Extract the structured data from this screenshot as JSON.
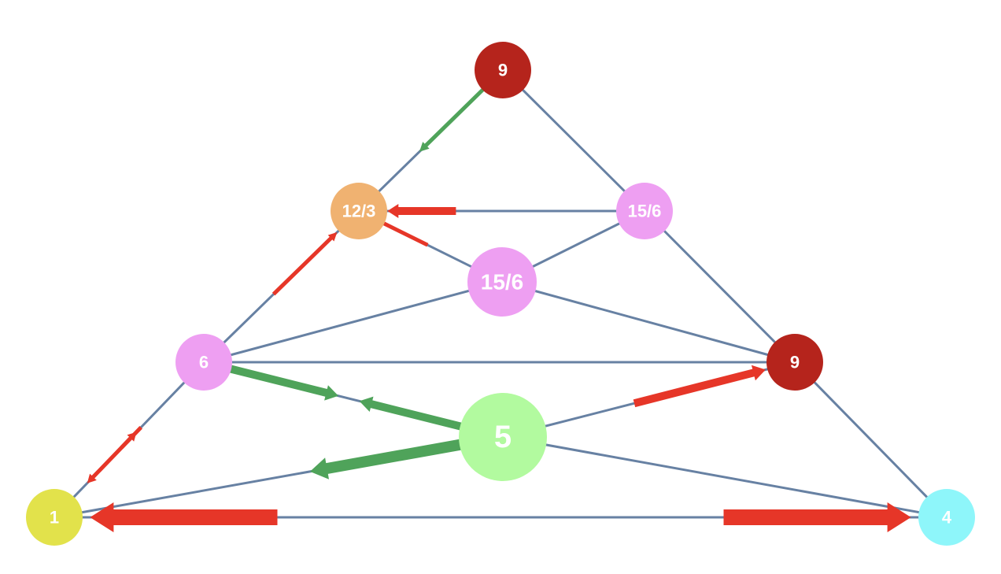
{
  "diagram": {
    "nodes": [
      {
        "id": "top",
        "label": "9",
        "color": "#b5241c"
      },
      {
        "id": "upper-left",
        "label": "12/3",
        "color": "#f0b271"
      },
      {
        "id": "upper-right",
        "label": "15/6",
        "color": "#ee9ff2"
      },
      {
        "id": "center",
        "label": "15/6",
        "color": "#ee9ff2"
      },
      {
        "id": "mid-left",
        "label": "6",
        "color": "#ee9ff2"
      },
      {
        "id": "mid-right",
        "label": "9",
        "color": "#b5241c"
      },
      {
        "id": "lower-center",
        "label": "5",
        "color": "#b2fa9f"
      },
      {
        "id": "bottom-left",
        "label": "1",
        "color": "#e2e24b"
      },
      {
        "id": "bottom-right",
        "label": "4",
        "color": "#8ef6fa"
      }
    ],
    "edges": [
      {
        "from": "top",
        "to": "upper-left"
      },
      {
        "from": "top",
        "to": "upper-right"
      },
      {
        "from": "upper-left",
        "to": "upper-right"
      },
      {
        "from": "upper-left",
        "to": "center"
      },
      {
        "from": "upper-left",
        "to": "mid-left"
      },
      {
        "from": "upper-right",
        "to": "center"
      },
      {
        "from": "upper-right",
        "to": "mid-right"
      },
      {
        "from": "center",
        "to": "mid-left"
      },
      {
        "from": "center",
        "to": "mid-right"
      },
      {
        "from": "mid-left",
        "to": "mid-right"
      },
      {
        "from": "mid-left",
        "to": "lower-center"
      },
      {
        "from": "mid-left",
        "to": "bottom-left"
      },
      {
        "from": "mid-right",
        "to": "lower-center"
      },
      {
        "from": "mid-right",
        "to": "bottom-right"
      },
      {
        "from": "lower-center",
        "to": "bottom-left"
      },
      {
        "from": "lower-center",
        "to": "bottom-right"
      },
      {
        "from": "bottom-left",
        "to": "bottom-right"
      }
    ],
    "flows": [
      {
        "from": "top",
        "to": "upper-left",
        "color": "green",
        "weight": 1
      },
      {
        "from": "upper-right",
        "to": "upper-left",
        "color": "red",
        "weight": 2
      },
      {
        "from": "center",
        "to": "upper-left",
        "color": "red",
        "weight": 1
      },
      {
        "from": "mid-left",
        "to": "upper-left",
        "color": "red",
        "weight": 1
      },
      {
        "from": "mid-left",
        "to": "bottom-left",
        "color": "red",
        "weight": 1
      },
      {
        "from": "bottom-left",
        "to": "mid-left",
        "color": "red",
        "weight": 1
      },
      {
        "from": "mid-left",
        "to": "lower-center",
        "color": "green",
        "weight": 2
      },
      {
        "from": "lower-center",
        "to": "mid-left",
        "color": "green",
        "weight": 2
      },
      {
        "from": "lower-center",
        "to": "mid-right",
        "color": "red",
        "weight": 2
      },
      {
        "from": "lower-center",
        "to": "bottom-left",
        "color": "green",
        "weight": 3
      },
      {
        "from": "bottom-right",
        "to": "bottom-left",
        "color": "red",
        "weight": 4
      },
      {
        "from": "bottom-left",
        "to": "bottom-right",
        "color": "red",
        "weight": 4
      }
    ],
    "colors": {
      "edge": "#6781a3",
      "red_flow": "#e63628",
      "green_flow": "#4fa35a"
    }
  }
}
